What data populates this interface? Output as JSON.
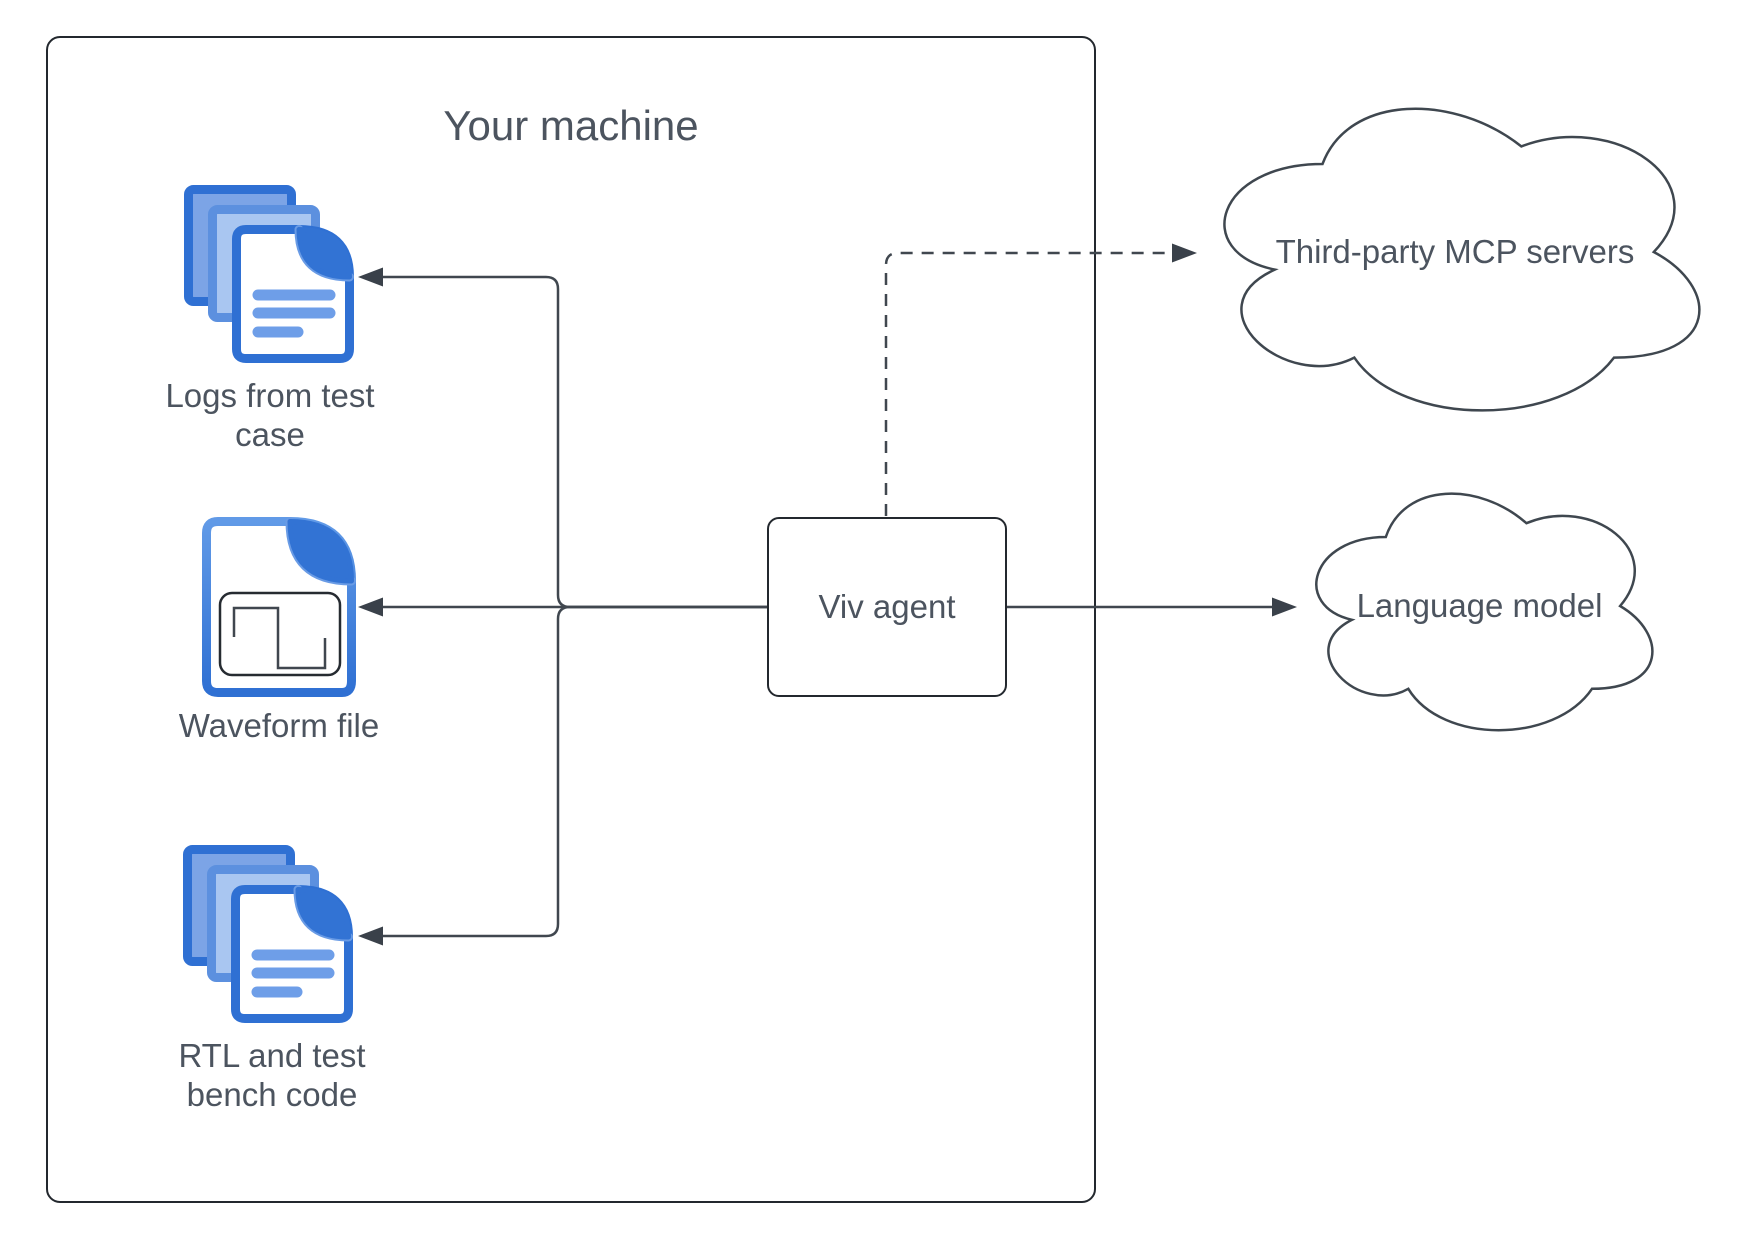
{
  "machine": {
    "title": "Your machine"
  },
  "nodes": {
    "logs": {
      "label": "Logs from test case"
    },
    "waveform": {
      "label": "Waveform file"
    },
    "rtl": {
      "label": "RTL and test bench code"
    },
    "viv": {
      "label": "Viv agent"
    }
  },
  "clouds": {
    "mcp": {
      "label": "Third-party MCP servers"
    },
    "lm": {
      "label": "Language model"
    }
  },
  "edges": [
    {
      "from": "viv",
      "to": "logs",
      "style": "solid",
      "arrow": "into-logs"
    },
    {
      "from": "viv",
      "to": "waveform",
      "style": "solid",
      "arrow": "into-waveform"
    },
    {
      "from": "viv",
      "to": "rtl",
      "style": "solid",
      "arrow": "into-rtl"
    },
    {
      "from": "viv",
      "to": "lm",
      "style": "solid",
      "arrow": "into-language-model"
    },
    {
      "from": "viv",
      "to": "mcp",
      "style": "dashed",
      "arrow": "into-mcp-servers"
    }
  ],
  "colors": {
    "line": "#40474F",
    "box_border": "#23282E",
    "text": "#4C545F",
    "doc_border_blue": "#2F70D3",
    "doc_back_fill": "#7CA4E6",
    "doc_mid_border": "#5C90DF",
    "doc_mid_fill": "#A9C6F1",
    "doc_fold": "#3273D4",
    "doc_curl": "#699BE5",
    "doc_text_lines": "#6E9EE8"
  }
}
